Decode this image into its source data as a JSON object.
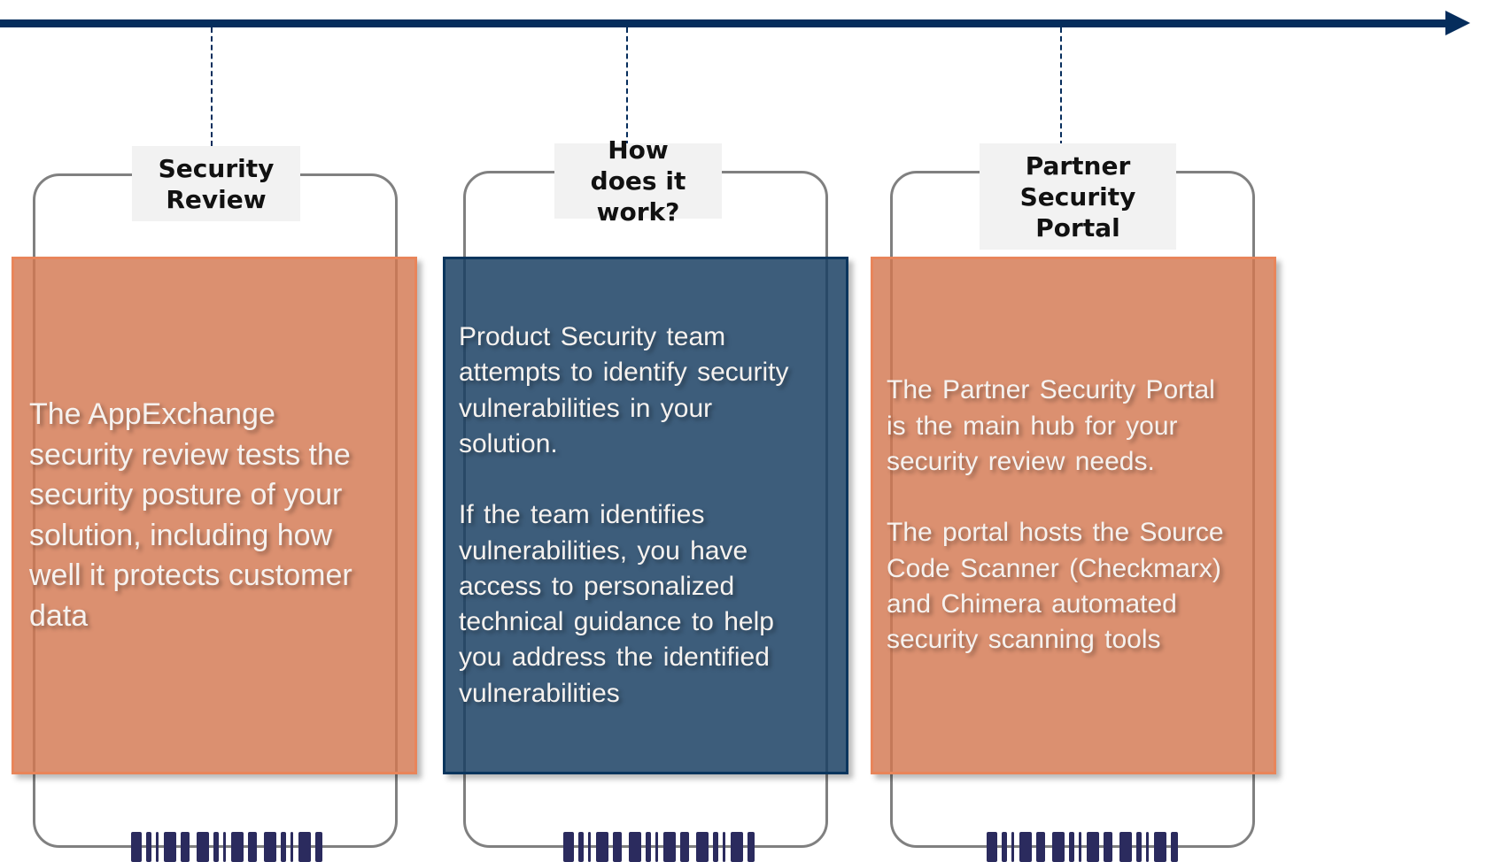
{
  "timeline": {
    "line_color": "#052d5c",
    "arrow_direction": "right"
  },
  "stages": [
    {
      "title": "Security Review",
      "card_color": "#d37850",
      "paragraphs": [
        "The AppExchange\nsecurity review tests the\nsecurity posture of your\nsolution, including how\nwell it protects customer\ndata"
      ]
    },
    {
      "title": "How does it work?",
      "card_color": "#183e62",
      "paragraphs": [
        "Product Security team\nattempts to identify security\nvulnerabilities in your\nsolution.",
        "If the team identifies\nvulnerabilities, you have\naccess to personalized\ntechnical guidance to help\nyou address the identified\nvulnerabilities"
      ]
    },
    {
      "title": "Partner Security Portal",
      "card_color": "#d37850",
      "paragraphs": [
        "The Partner Security Portal\nis the main hub for your\nsecurity review needs.",
        "The portal hosts the Source\nCode Scanner (Checkmarx)\nand Chimera automated\nsecurity scanning tools"
      ]
    }
  ],
  "colors": {
    "label_bg": "#f2f2f2",
    "outline": "#808080",
    "barcode": "#2b2b5e"
  },
  "icons": {
    "timeline_arrow": "arrow-right-icon",
    "barcode": "barcode-icon"
  }
}
